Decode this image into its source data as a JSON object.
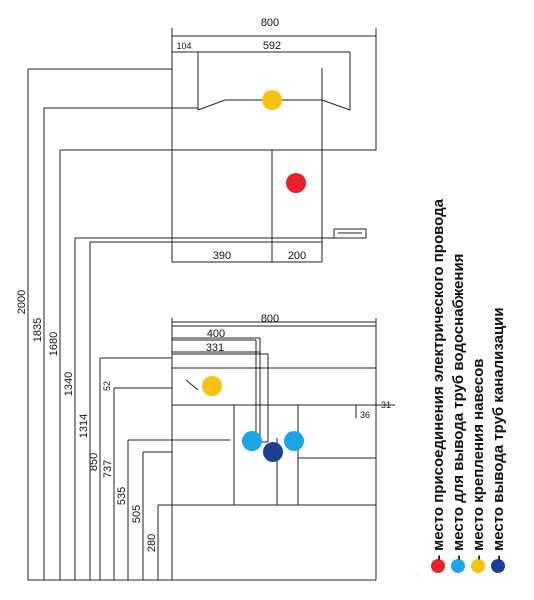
{
  "top_cabinet": {
    "width_label": "800",
    "offset_left_label": "104",
    "offset_span_label": "592",
    "bottom_left_label": "390",
    "bottom_right_label": "200"
  },
  "bottom_cabinet": {
    "width_label": "800",
    "dim_400": "400",
    "dim_331": "331",
    "dim_52": "52",
    "dim_36": "36",
    "dim_31": "31"
  },
  "height_dimensions": [
    "2000",
    "1835",
    "1680",
    "1340",
    "1314",
    "850",
    "737",
    "535",
    "505",
    "280"
  ],
  "legend": [
    {
      "text": "- место присоединения электрического провода",
      "color": "#e8202a"
    },
    {
      "text": "- место для вывода труб водоснабжения",
      "color": "#1aa5e6"
    },
    {
      "text": "- место крепления навесов",
      "color": "#f8c010"
    },
    {
      "text": "- место вывода труб канализации",
      "color": "#1c3f95"
    }
  ],
  "colors": {
    "red": "#e8202a",
    "light_blue": "#1aa5e6",
    "yellow": "#f8c010",
    "dark_blue": "#1c3f95"
  }
}
